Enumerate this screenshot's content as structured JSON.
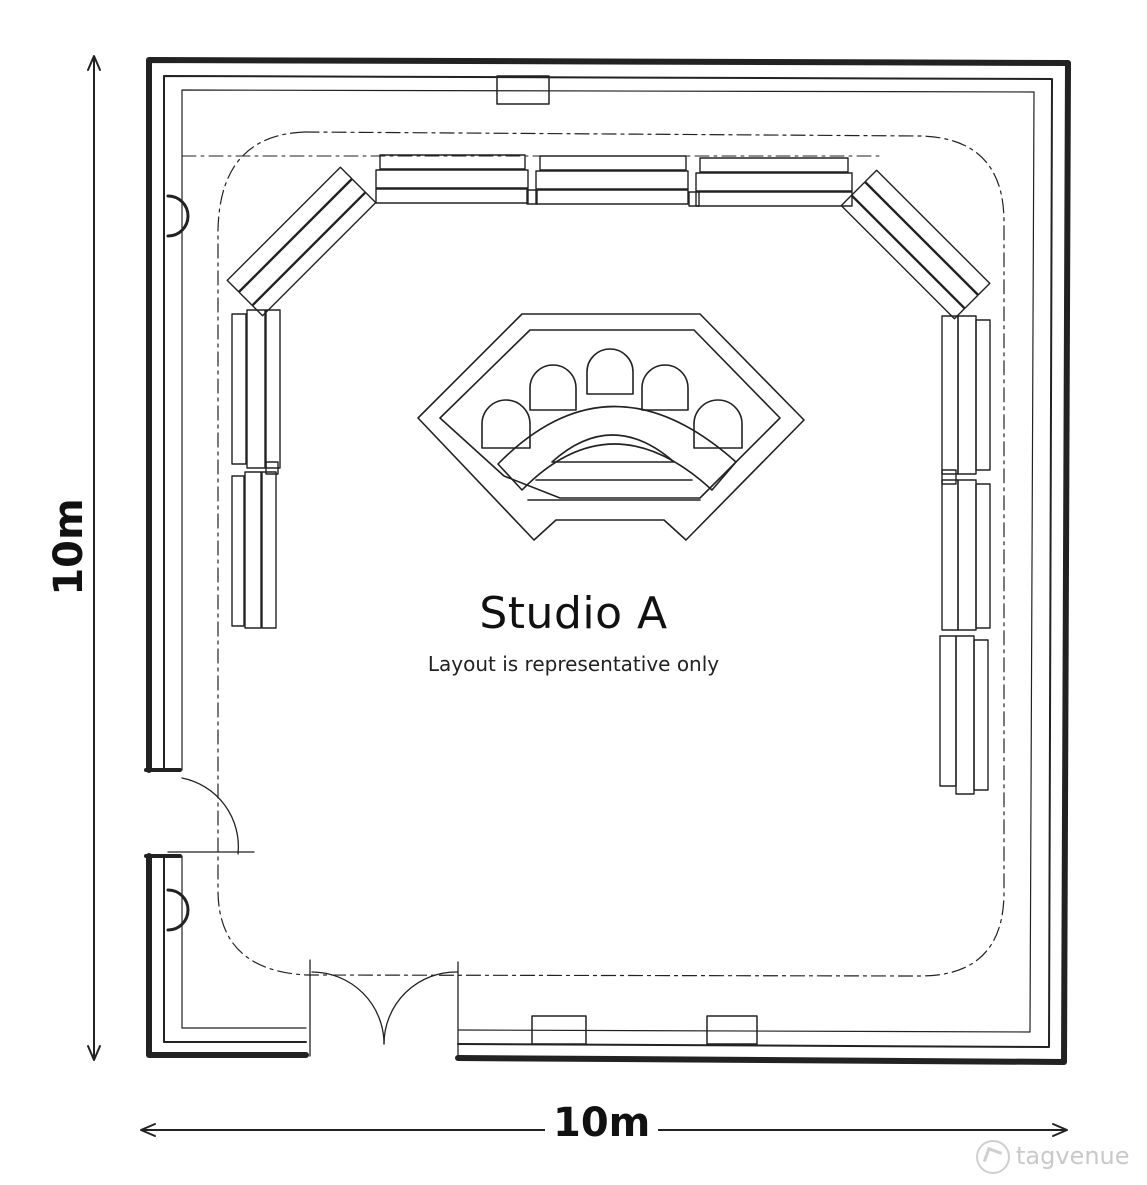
{
  "room": {
    "title": "Studio A",
    "note": "Layout is representative only"
  },
  "dimensions": {
    "width_label": "10m",
    "height_label": "10m"
  },
  "watermark": {
    "text": "tagvenue",
    "icon": "tagvenue-logo-icon"
  },
  "colors": {
    "line": "#222222",
    "background": "#ffffff"
  }
}
